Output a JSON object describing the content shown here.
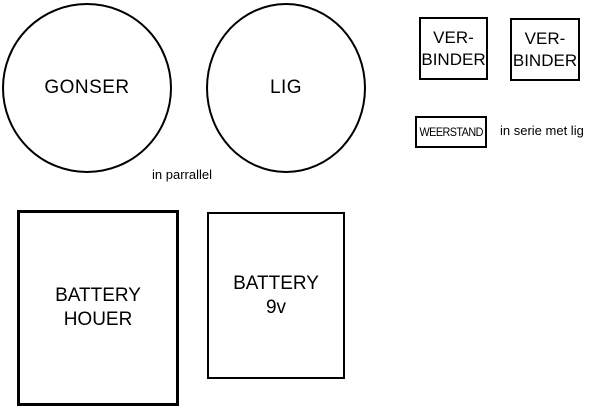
{
  "diagram": {
    "components": {
      "buzzer": {
        "label": "GONSER"
      },
      "light": {
        "label": "LIG"
      },
      "connector_1": {
        "label": "VER-\nBINDER"
      },
      "connector_2": {
        "label": "VER-\nBINDER"
      },
      "resistor": {
        "label": "WEERSTAND"
      },
      "battery_holder": {
        "label": "BATTERY\nHOUER"
      },
      "battery": {
        "label": "BATTERY\n9v"
      }
    },
    "notes": {
      "parallel": "in parrallel",
      "series": "in serie met lig"
    }
  }
}
